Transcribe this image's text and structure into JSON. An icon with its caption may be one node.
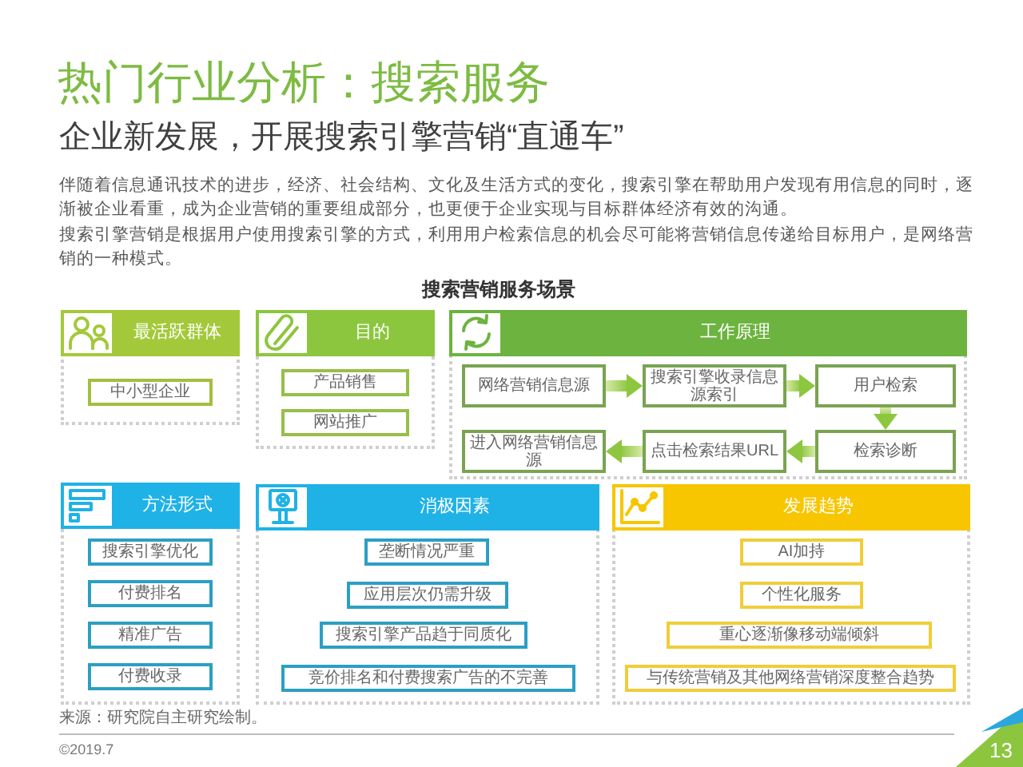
{
  "diagram": {
    "title": "热门行业分析：搜索服务",
    "nodes": [
      {
        "text": [
          "最活跃群体"
        ]
      },
      {
        "text": [
          "中小型企业"
        ],
        "in": 0
      },
      {
        "text": [
          "目的"
        ]
      },
      {
        "text": [
          "产品销售"
        ],
        "in": 2
      },
      {
        "text": [
          "网站推广"
        ],
        "in": 2
      },
      {
        "text": [
          "工作原理"
        ]
      },
      {
        "text": [
          "网络营销信息源"
        ],
        "in": 5
      },
      {
        "text": [
          "搜索引擎收录信息源索引"
        ],
        "in": 5
      },
      {
        "text": [
          "用户检索"
        ],
        "in": 5
      },
      {
        "text": [
          "检索诊断"
        ],
        "in": 5
      },
      {
        "text": [
          "点击检索结果URL"
        ],
        "in": 5
      },
      {
        "text": [
          "进入网络营销信息源"
        ],
        "in": 5
      },
      {
        "text": [
          "方法形式"
        ]
      },
      {
        "text": [
          "搜索引擎优化"
        ],
        "in": 12
      },
      {
        "text": [
          "付费排名"
        ],
        "in": 12
      },
      {
        "text": [
          "精准广告"
        ],
        "in": 12
      },
      {
        "text": [
          "付费收录"
        ],
        "in": 12
      },
      {
        "text": [
          "消极因素"
        ]
      },
      {
        "text": [
          "垄断情况严重"
        ],
        "in": 17
      },
      {
        "text": [
          "应用层次仍需升级"
        ],
        "in": 17
      },
      {
        "text": [
          "搜索引擎产品趋于同质化"
        ],
        "in": 17
      },
      {
        "text": [
          "竞价排名和付费搜索广告的不完善"
        ],
        "in": 17
      },
      {
        "text": [
          "发展趋势"
        ]
      },
      {
        "text": [
          "AI加持"
        ],
        "in": 22
      },
      {
        "text": [
          "个性化服务"
        ],
        "in": 22
      },
      {
        "text": [
          "重心逐渐像移动端倾斜"
        ],
        "in": 22
      },
      {
        "text": [
          "与传统营销及其他网络营销深度整合趋势"
        ],
        "in": 22
      }
    ],
    "edges": [
      {
        "from": 6,
        "to": 7,
        "arrow": "to",
        "style": "thick"
      },
      {
        "from": 7,
        "to": 8,
        "arrow": "to",
        "style": "thick"
      },
      {
        "from": 8,
        "to": 9,
        "arrow": "to",
        "style": "thick"
      },
      {
        "from": 9,
        "to": 10,
        "arrow": "to",
        "style": "thick"
      },
      {
        "from": 10,
        "to": 11,
        "arrow": "to",
        "style": "thick"
      }
    ],
    "labels": [
      "企业新发展，开展搜索引擎营销“直通车”",
      "伴随着信息通讯技术的进步，经济、社会结构、文化及生活方式的变化，搜索引擎在帮助用户发现有用信息的同时，逐渐被企业看重，成为企业营销的重要组成部分，也更便于企业实现与目标群体经济有效的沟通。",
      "搜索引擎营销是根据用户使用搜索引擎的方式，利用用户检索信息的机会尽可能将营销信息传递给目标用户，是网络营销的一种模式。",
      "搜索营销服务场景",
      "来源：研究院自主研究绘制。",
      "©2019.7",
      "13"
    ]
  }
}
